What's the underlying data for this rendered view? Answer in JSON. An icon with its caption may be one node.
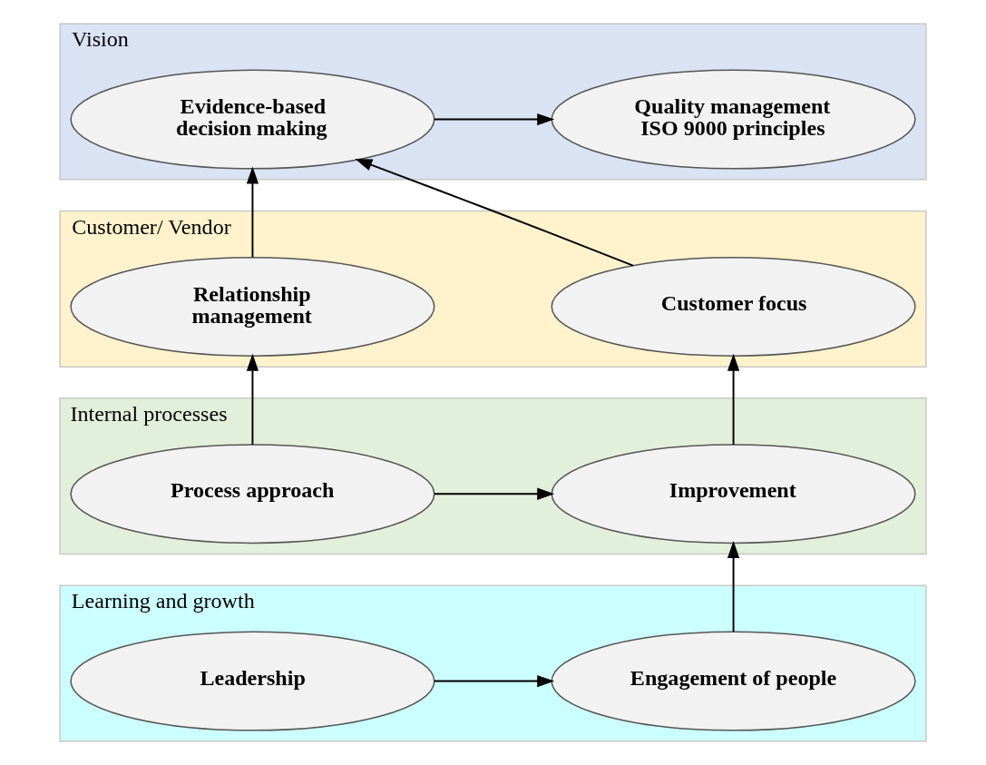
{
  "diagram": {
    "nodes": [
      {
        "text": [
          "Vision"
        ]
      },
      {
        "text": [
          "Quality management ISO 9000 principles"
        ],
        "in": 0
      },
      {
        "text": [
          "Evidence-based decision making"
        ],
        "in": 0
      },
      {
        "text": [
          "Customer/ Vendor"
        ]
      },
      {
        "text": [
          "Relationship management"
        ],
        "in": 3
      },
      {
        "text": [
          "Customer focus"
        ],
        "in": 3
      },
      {
        "text": [
          "Internal processes"
        ]
      },
      {
        "text": [
          "Process approach"
        ],
        "in": 6
      },
      {
        "text": [
          "Improvement"
        ],
        "in": 6
      },
      {
        "text": [
          "Learning and growth"
        ]
      },
      {
        "text": [
          "Leadership"
        ],
        "in": 9
      },
      {
        "text": [
          "Engagement of people"
        ],
        "in": 9
      }
    ],
    "edges": [
      {
        "from": 2,
        "to": 1,
        "arrow": "to"
      },
      {
        "from": 4,
        "to": 2,
        "arrow": "to"
      },
      {
        "from": 5,
        "to": 2,
        "arrow": "to"
      },
      {
        "from": 7,
        "to": 4,
        "arrow": "to"
      },
      {
        "from": 8,
        "to": 5,
        "arrow": "to"
      },
      {
        "from": 7,
        "to": 8,
        "arrow": "to"
      },
      {
        "from": 11,
        "to": 8,
        "arrow": "to"
      },
      {
        "from": 10,
        "to": 11,
        "arrow": "to"
      }
    ]
  }
}
